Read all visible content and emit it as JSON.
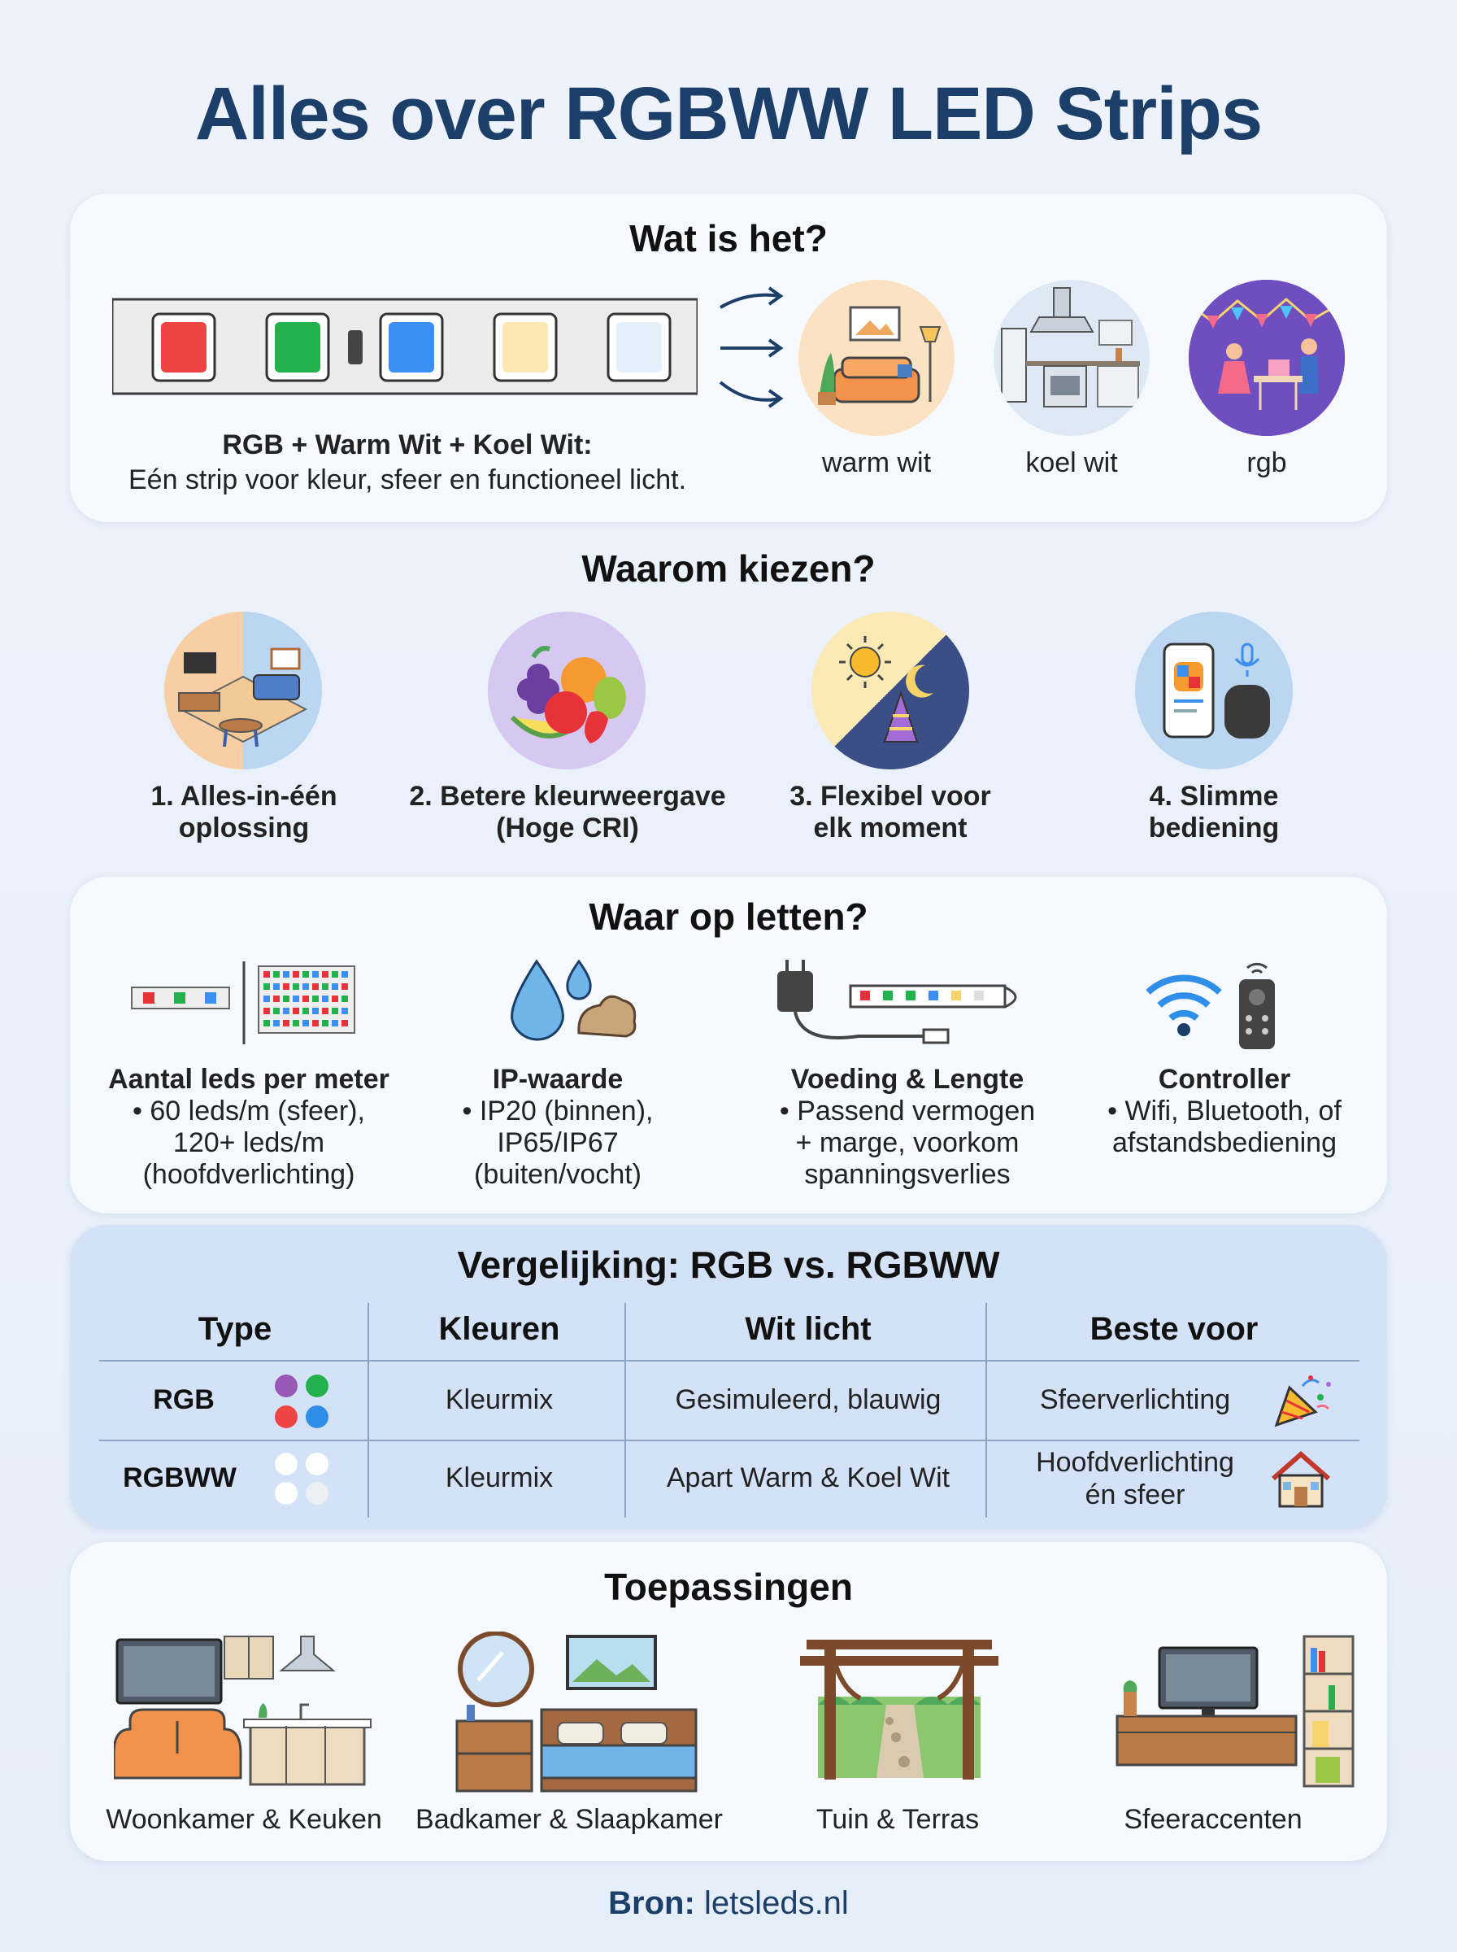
{
  "title": "Alles over RGBWW LED Strips",
  "what": {
    "heading": "Wat is het?",
    "caption_bold": "RGB + Warm Wit + Koel Wit:",
    "caption": "Eén strip voor kleur, sfeer en functioneel licht.",
    "modes": [
      {
        "label": "warm wit",
        "icon": "living-room-icon"
      },
      {
        "label": "koel wit",
        "icon": "kitchen-icon"
      },
      {
        "label": "rgb",
        "icon": "party-icon"
      }
    ]
  },
  "why": {
    "heading": "Waarom kiezen?",
    "items": [
      {
        "line1": "1. Alles-in-één",
        "line2": "oplossing",
        "icon": "house-plan-icon"
      },
      {
        "line1": "2. Betere kleurweergave",
        "line2": "(Hoge CRI)",
        "icon": "fruit-icon"
      },
      {
        "line1": "3. Flexibel voor",
        "line2": "elk moment",
        "icon": "day-night-icon"
      },
      {
        "line1": "4. Slimme",
        "line2": "bediening",
        "icon": "smart-device-icon"
      }
    ]
  },
  "attention": {
    "heading": "Waar op letten?",
    "items": [
      {
        "title": "Aantal leds per meter",
        "lines": [
          "• 60 leds/m (sfeer),",
          "120+ leds/m",
          "(hoofdverlichting)"
        ],
        "icon": "led-density-icon"
      },
      {
        "title": "IP-waarde",
        "lines": [
          "• IP20 (binnen),",
          "IP65/IP67",
          "(buiten/vocht)"
        ],
        "icon": "water-dust-icon"
      },
      {
        "title": "Voeding & Lengte",
        "lines": [
          "• Passend vermogen",
          "+ marge, voorkom",
          "spanningsverlies"
        ],
        "icon": "power-supply-icon"
      },
      {
        "title": "Controller",
        "lines": [
          "• Wifi, Bluetooth, of",
          "afstandsbediening"
        ],
        "icon": "remote-wifi-icon"
      }
    ]
  },
  "comparison": {
    "heading": "Vergelijking: RGB vs. RGBWW",
    "headers": [
      "Type",
      "Kleuren",
      "Wit licht",
      "Beste voor"
    ],
    "rows": [
      {
        "type": "RGB",
        "colors": "Kleurmix",
        "white": "Gesimuleerd, blauwig",
        "best_line1": "Sfeerverlichting",
        "best_line2": "",
        "dots": [
          "#9b59b6",
          "#22b14c",
          "#ef4444",
          "#2f8fe8"
        ],
        "icon": "party-popper-icon"
      },
      {
        "type": "RGBWW",
        "colors": "Kleurmix",
        "white": "Apart Warm & Koel Wit",
        "best_line1": "Hoofdverlichting",
        "best_line2": "én sfeer",
        "dots": [
          "#ffffff",
          "#ffffff",
          "#ffffff",
          "#eceff3"
        ],
        "icon": "house-icon"
      }
    ]
  },
  "applications": {
    "heading": "Toepassingen",
    "items": [
      {
        "label": "Woonkamer & Keuken",
        "icon": "living-kitchen-icon"
      },
      {
        "label": "Badkamer & Slaapkamer",
        "icon": "bedroom-icon"
      },
      {
        "label": "Tuin & Terras",
        "icon": "pergola-icon"
      },
      {
        "label": "Sfeeraccenten",
        "icon": "tv-cabinet-icon"
      }
    ]
  },
  "footer": {
    "label": "Bron:",
    "source": "letsleds.nl"
  }
}
